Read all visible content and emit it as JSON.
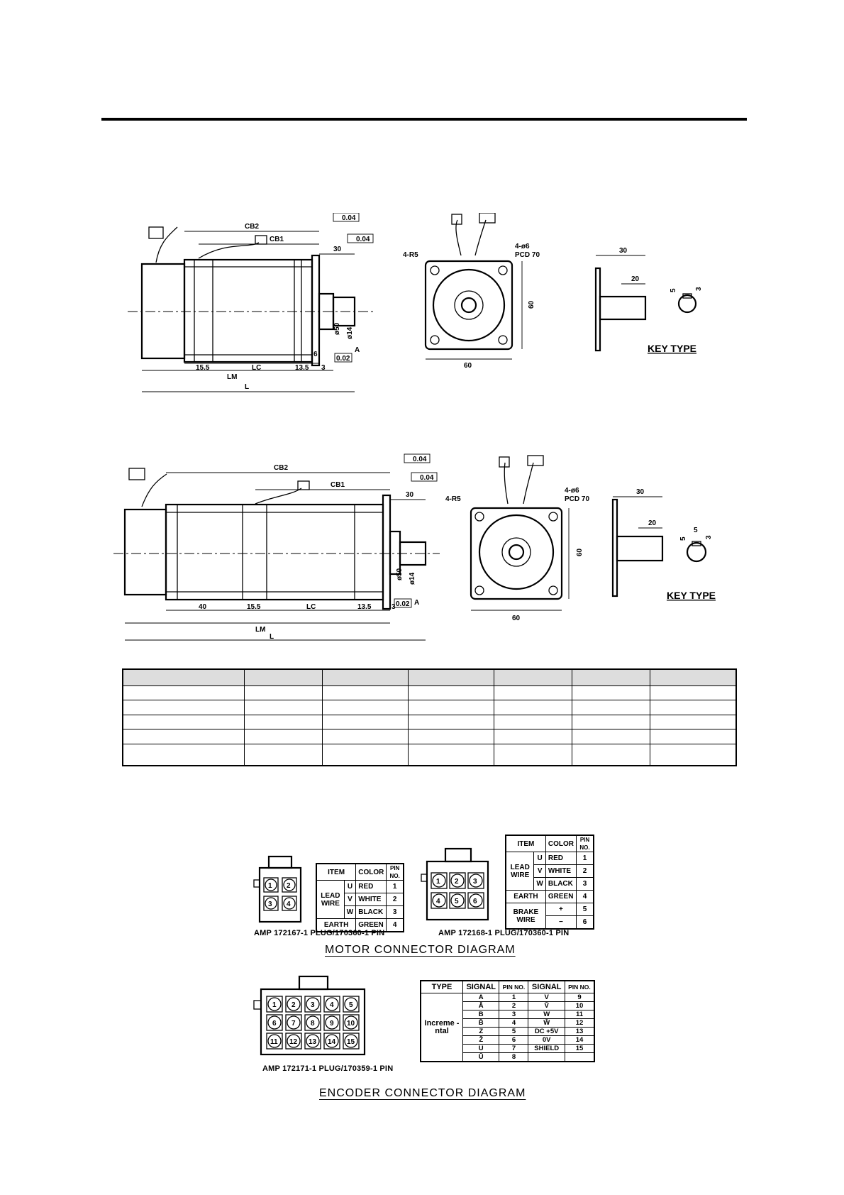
{
  "drawing1": {
    "dims": {
      "cb2": "CB2",
      "cb1": "CB1",
      "d30": "30",
      "r5": "4-R5",
      "hole": "4-ø6",
      "pcd": "PCD 70",
      "d60": "60",
      "d60b": "60",
      "lc": "LC",
      "d155": "15.5",
      "d135": "13.5",
      "d3": "3",
      "d6": "6",
      "lm": "LM",
      "l": "L",
      "shaft50": "ø50",
      "shaft14": "ø14",
      "tol1": "0.04",
      "tol2": "0.04",
      "tol3": "0.02",
      "datum": "A",
      "k30": "30",
      "k20": "20",
      "k5": "5",
      "k3": "3"
    },
    "key_type": "KEY TYPE"
  },
  "drawing2": {
    "dims": {
      "cb2": "CB2",
      "cb1": "CB1",
      "d30": "30",
      "r5": "4-R5",
      "hole": "4-ø6",
      "pcd": "PCD 70",
      "d60": "60",
      "d60b": "60",
      "lc": "LC",
      "d40": "40",
      "d155": "15.5",
      "d135": "13.5",
      "d3": "3",
      "lm": "LM",
      "l": "L",
      "shaft50": "ø50",
      "shaft14": "ø14",
      "tol1": "0.04",
      "tol2": "0.04",
      "tol3": "0.02",
      "datum": "A",
      "k30": "30",
      "k20": "20",
      "k5": "5",
      "k3": "3"
    },
    "key_type": "KEY TYPE"
  },
  "motor_connector_4pin": {
    "pins": [
      "1",
      "2",
      "3",
      "4"
    ],
    "caption": "AMP 172167-1 PLUG/170360-1 PIN",
    "headers": {
      "item": "ITEM",
      "color": "COLOR",
      "pin": "PIN NO."
    },
    "lead_wire": "LEAD WIRE",
    "rows": [
      {
        "phase": "U",
        "color": "RED",
        "pin": "1"
      },
      {
        "phase": "V",
        "color": "WHITE",
        "pin": "2"
      },
      {
        "phase": "W",
        "color": "BLACK",
        "pin": "3"
      }
    ],
    "earth": {
      "item": "EARTH",
      "color": "GREEN",
      "pin": "4"
    }
  },
  "motor_connector_6pin": {
    "pins": [
      "1",
      "2",
      "3",
      "4",
      "5",
      "6"
    ],
    "caption": "AMP 172168-1 PLUG/170360-1 PIN",
    "headers": {
      "item": "ITEM",
      "color": "COLOR",
      "pin": "PIN NO."
    },
    "lead_wire": "LEAD WIRE",
    "rows": [
      {
        "phase": "U",
        "color": "RED",
        "pin": "1"
      },
      {
        "phase": "V",
        "color": "WHITE",
        "pin": "2"
      },
      {
        "phase": "W",
        "color": "BLACK",
        "pin": "3"
      }
    ],
    "earth": {
      "item": "EARTH",
      "color": "GREEN",
      "pin": "4"
    },
    "brake_wire": "BRAKE WIRE",
    "brake": [
      {
        "sign": "+",
        "pin": "5"
      },
      {
        "sign": "−",
        "pin": "6"
      }
    ]
  },
  "motor_title": "MOTOR CONNECTOR DIAGRAM",
  "encoder_connector": {
    "pins": [
      "1",
      "2",
      "3",
      "4",
      "5",
      "6",
      "7",
      "8",
      "9",
      "10",
      "11",
      "12",
      "13",
      "14",
      "15"
    ],
    "caption": "AMP 172171-1 PLUG/170359-1 PIN",
    "headers": {
      "type": "TYPE",
      "signal": "SIGNAL",
      "pin": "PIN NO.",
      "signal2": "SIGNAL",
      "pin2": "PIN NO."
    },
    "type_label": "Increme -ntal",
    "rows": [
      {
        "s1": "A",
        "p1": "1",
        "s2": "V",
        "p2": "9"
      },
      {
        "s1": "Ā",
        "p1": "2",
        "s2": "V̄",
        "p2": "10"
      },
      {
        "s1": "B",
        "p1": "3",
        "s2": "W",
        "p2": "11"
      },
      {
        "s1": "B̄",
        "p1": "4",
        "s2": "W̄",
        "p2": "12"
      },
      {
        "s1": "Z",
        "p1": "5",
        "s2": "DC +5V",
        "p2": "13"
      },
      {
        "s1": "Z̄",
        "p1": "6",
        "s2": "0V",
        "p2": "14"
      },
      {
        "s1": "U",
        "p1": "7",
        "s2": "SHIELD",
        "p2": "15"
      },
      {
        "s1": "Ū",
        "p1": "8",
        "s2": "",
        "p2": ""
      }
    ]
  },
  "encoder_title": "ENCODER CONNECTOR DIAGRAM"
}
